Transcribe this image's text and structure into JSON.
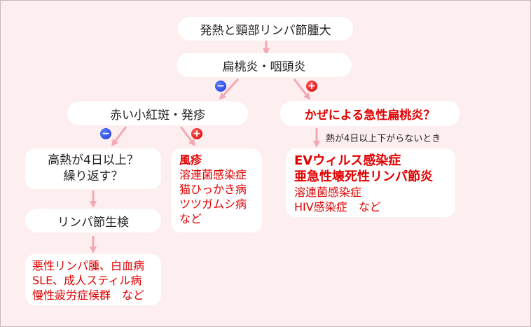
{
  "nodes": {
    "root": "発熱と頸部リンパ節腫大",
    "tonsil": "扁桃炎・咽頭炎",
    "rash": "赤い小紅斑・発疹",
    "cold": "かぜによる急性扁桃炎？",
    "fever_lines": [
      "高熱が4日以上？",
      "繰り返す？"
    ],
    "biopsy": "リンパ節生検",
    "malignant_lines": [
      "悪性リンパ腫、白血病",
      "SLE、成人スティル病",
      "慢性疲労症候群　など"
    ],
    "rubella_title": "風疹",
    "rubella_lines": [
      "溶連菌感染症",
      "猫ひっかき病",
      "ツツガムシ病",
      "など"
    ],
    "ev_titles": [
      "EVウィルス感染症",
      "亜急性壊死性リンパ節炎"
    ],
    "ev_lines": [
      "溶連菌感染症",
      "HIV感染症　など"
    ]
  },
  "note": "熱が4日以上下がらないとき",
  "badges": {
    "minus": "−",
    "plus": "+"
  },
  "colors": {
    "background": "#fdeef0",
    "arrow": "#f3a9b3",
    "highlight": "#e10000"
  }
}
